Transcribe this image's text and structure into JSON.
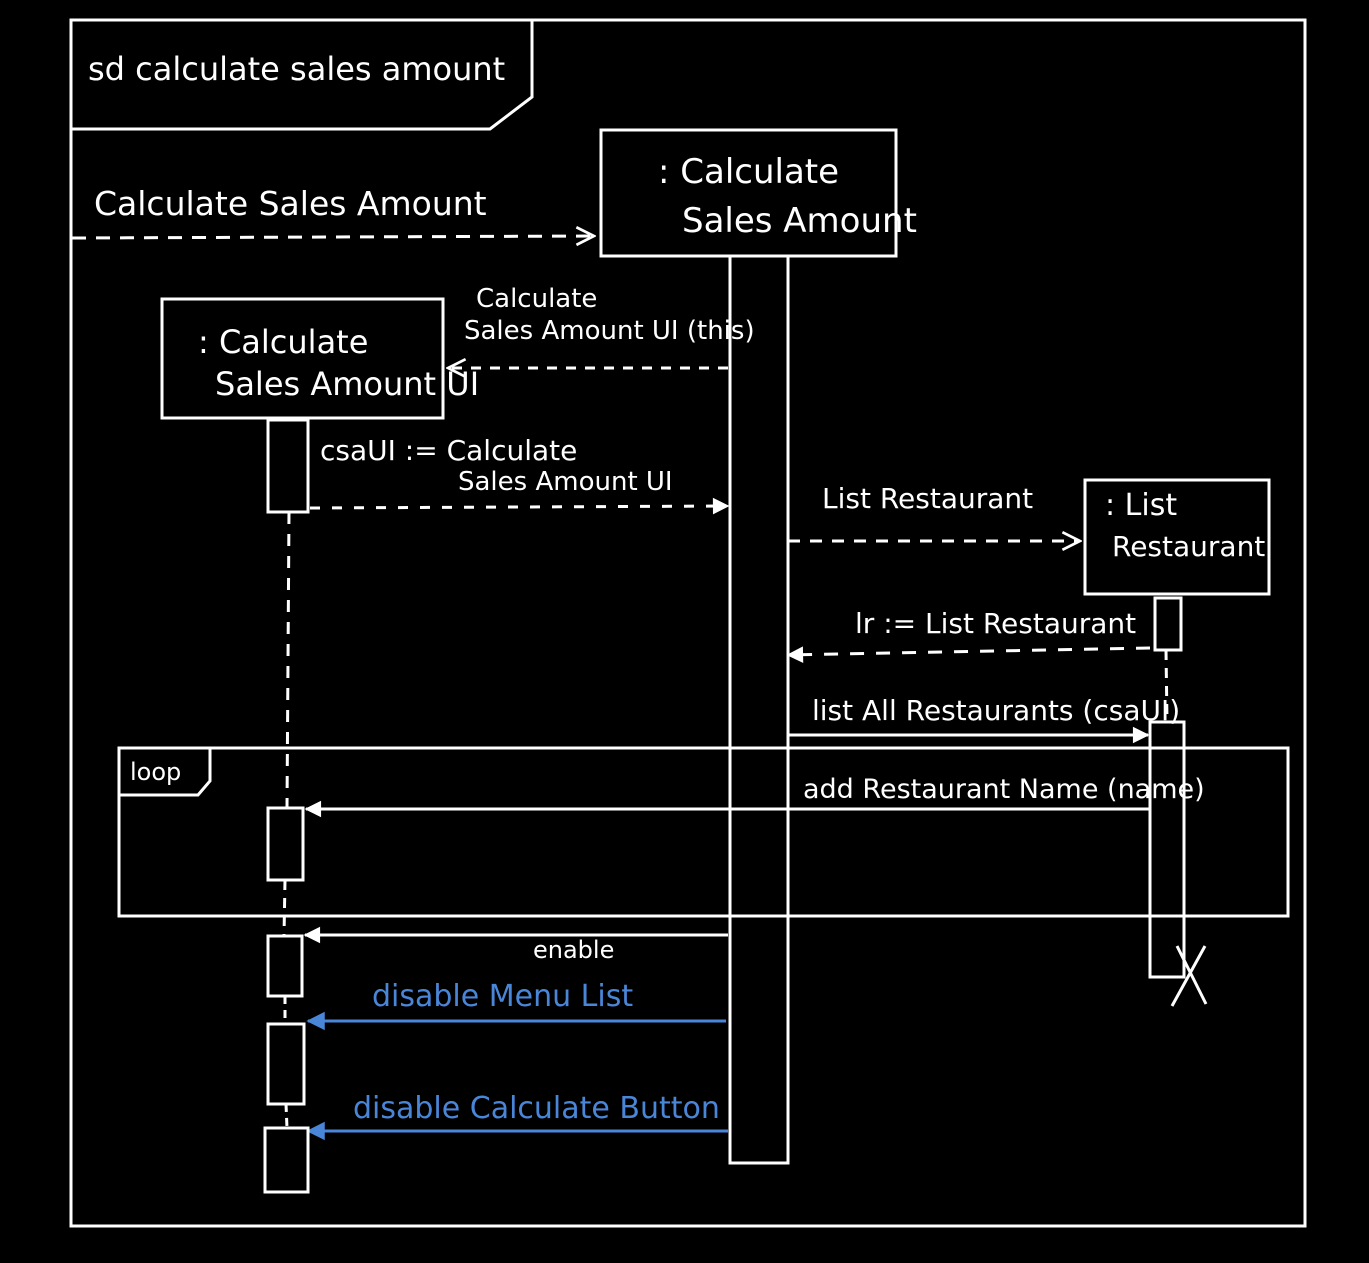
{
  "frame": {
    "title": "sd calculate sales amount"
  },
  "found_message": {
    "label": "Calculate Sales Amount"
  },
  "lifelines": {
    "controller": {
      "line1": ": Calculate",
      "line2": "Sales Amount"
    },
    "ui": {
      "line1": ": Calculate",
      "line2": "Sales Amount UI"
    },
    "list": {
      "line1": ": List",
      "line2": "Restaurant"
    }
  },
  "messages": {
    "create_ui": {
      "line1": "Calculate",
      "line2": "Sales Amount UI (this)"
    },
    "ui_return": {
      "line1": "csaUI := Calculate",
      "line2": "Sales Amount UI"
    },
    "create_list": {
      "label": "List Restaurant"
    },
    "list_return": {
      "label": "lr := List Restaurant"
    },
    "list_all": {
      "label": "list All Restaurants (csaUI)"
    },
    "add_name": {
      "label": "add Restaurant Name (name)"
    },
    "enable": {
      "label": "enable"
    },
    "disable_menu": {
      "label": "disable Menu List"
    },
    "disable_button": {
      "label": "disable Calculate Button"
    }
  },
  "fragment": {
    "operator": "loop"
  },
  "colors": {
    "background": "#000000",
    "ink": "#ffffff",
    "highlight": "#4a86d8"
  }
}
